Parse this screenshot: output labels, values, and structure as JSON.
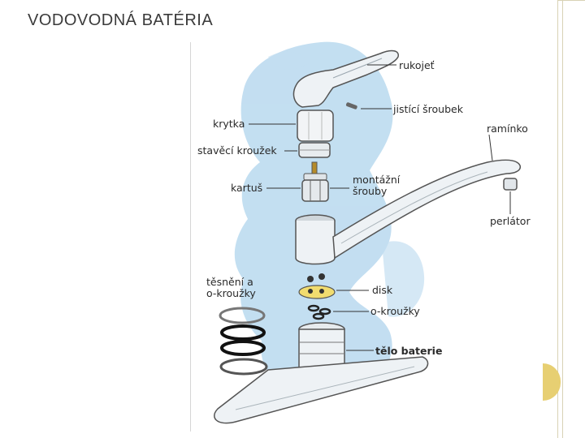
{
  "slide": {
    "title": "VODOVODNÁ BATÉRIA"
  },
  "diagram": {
    "labels": {
      "handle": "rukojeť",
      "set_screw": "jistící šroubek",
      "spout": "ramínko",
      "cap": "krytka",
      "adjusting_ring": "stavěcí kroužek",
      "cartridge": "kartuš",
      "mounting_screws_1": "montážní",
      "mounting_screws_2": "šrouby",
      "aerator": "perlátor",
      "seals_1": "těsnění a",
      "seals_2": "o-kroužky",
      "disc": "disk",
      "o_rings": "o-kroužky",
      "body": "tělo baterie"
    },
    "colors": {
      "water_wash": "#b9d9ef",
      "chrome": "#e9eef1",
      "disc": "#f1dc6f",
      "accent": "#e7cf72"
    }
  }
}
